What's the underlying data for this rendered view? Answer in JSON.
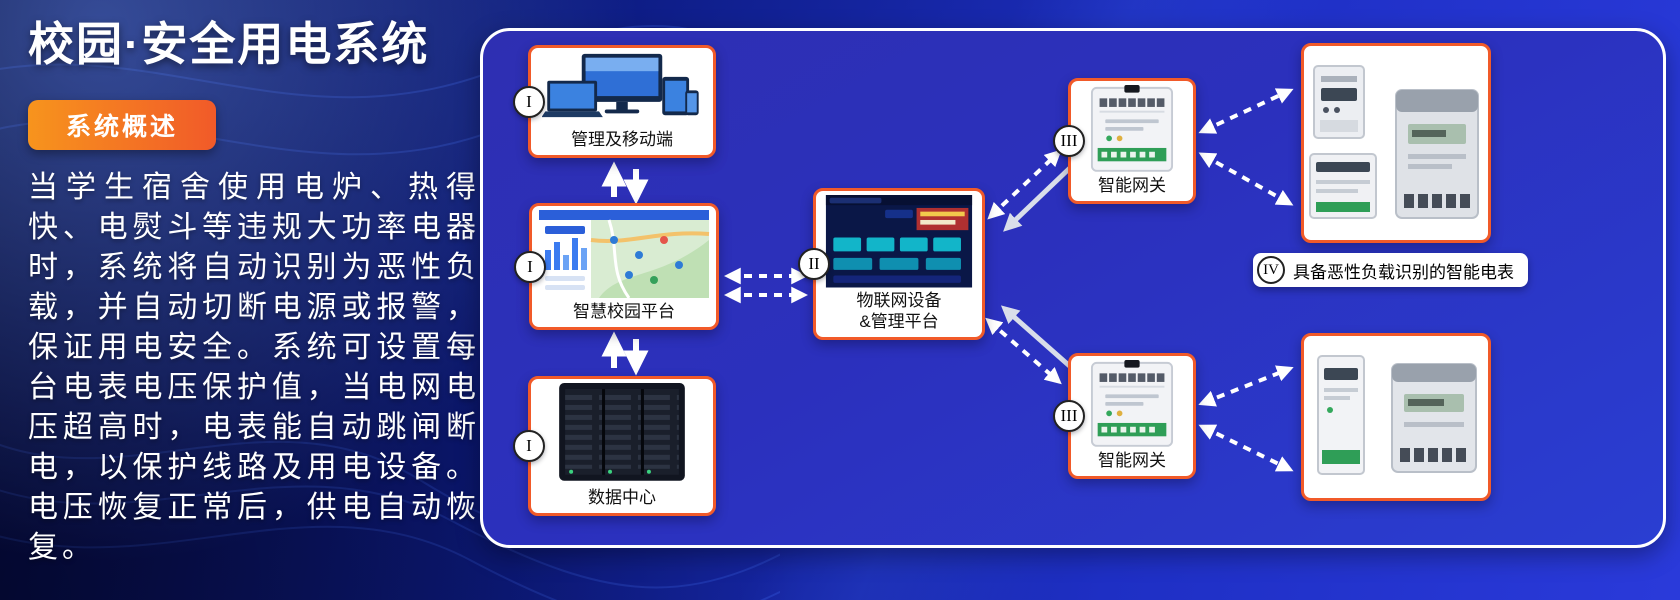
{
  "page": {
    "title": "校园·安全用电系统",
    "badge": "系统概述",
    "description": "当学生宿舍使用电炉、热得快、电熨斗等违规大功率电器时，系统将自动识别为恶性负载，并自动切断电源或报警，保证用电安全。系统可设置每台电表电压保护值，当电网电压超高时，电表能自动跳闸断电，以保护线路及用电设备。电压恢复正常后，供电自动恢复。"
  },
  "diagram": {
    "nodes": {
      "management": {
        "numeral": "I",
        "label": "管理及移动端"
      },
      "campus_platform": {
        "numeral": "I",
        "label": "智慧校园平台"
      },
      "data_center": {
        "numeral": "I",
        "label": "数据中心"
      },
      "iot_platform": {
        "numeral": "II",
        "label_line1": "物联网设备",
        "label_line2": "&管理平台"
      },
      "gateway_top": {
        "numeral": "III",
        "label": "智能网关"
      },
      "gateway_bottom": {
        "numeral": "III",
        "label": "智能网关"
      },
      "smart_meters": {
        "numeral": "IV",
        "label": "具备恶性负载识别的智能电表"
      }
    }
  },
  "colors": {
    "accent_orange": "#f15a29",
    "badge_orange_light": "#f7941d",
    "panel_blue": "#2b30bd",
    "bg_navy": "#081040",
    "bg_blue": "#2334d8"
  }
}
